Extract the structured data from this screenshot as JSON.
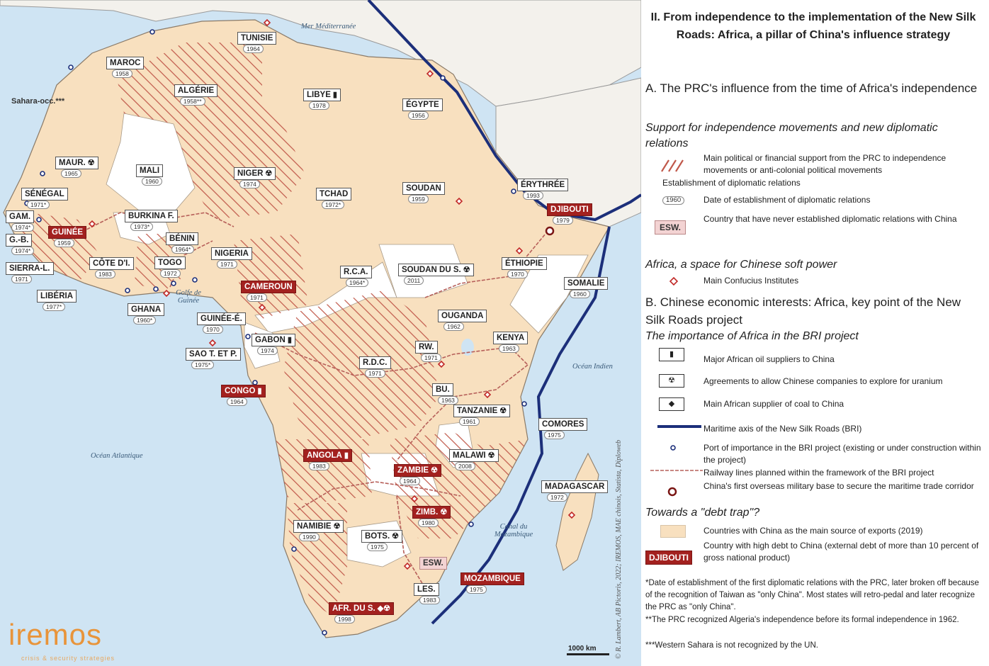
{
  "legend": {
    "title": "II. From independence to the implementation of the New Silk Roads: Africa, a pillar of China's influence strategy",
    "section_a": "A. The PRC's influence from the time of Africa's independence",
    "sub_a1": "Support for independence movements and new diplomatic relations",
    "item_support": "Main political or financial support from the PRC to independence movements or anti-colonial political movements",
    "item_establishment": "Establishment of diplomatic relations",
    "item_date_sample": "1960",
    "item_date": "Date of establishment of diplomatic relations",
    "item_esw_sample": "ESW.",
    "item_never": "Country that have never established diplomatic relations with China",
    "sub_a2": "Africa, a space for Chinese soft power",
    "item_confucius": "Main Confucius Institutes",
    "section_b": "B. Chinese economic interests: Africa, key point of the New Silk Roads project",
    "sub_b1": "The importance of Africa in the BRI project",
    "item_oil": "Major African oil suppliers to China",
    "item_uranium": "Agreements to allow Chinese companies to explore for uranium",
    "item_coal": "Main African supplier of coal to China",
    "item_maritime": "Maritime axis of the New Silk Roads (BRI)",
    "item_port": "Port of importance in the BRI project (existing or under construction within the project)",
    "item_railway": "Railway lines planned within the framework of the BRI project",
    "item_base": "China's first overseas military base to secure the maritime trade corridor",
    "sub_b2": "Towards a \"debt trap\"?",
    "item_exports": "Countries with China as the main source of exports (2019)",
    "item_debt_sample": "DJIBOUTI",
    "item_debt": "Country with high debt to China (external debt of more than 10 percent of gross national product)",
    "note1": "*Date of establishment of the first diplomatic relations with the PRC, later broken off because of the recognition of Taiwan as \"only China\". Most states will retro-pedal and later recognize the PRC as \"only China\".",
    "note2": "**The PRC recognized Algeria's independence before its formal independence in 1962.",
    "note3": "***Western Sahara is not recognized by the UN."
  },
  "map": {
    "seas": {
      "med": "Mer Méditerranée",
      "atlantic": "Océan Atlantique",
      "indian": "Océan Indien",
      "guinea": "Golfe de Guinée",
      "mozambique": "Canal du Mozambique"
    },
    "sahara": "Sahara-occ.***",
    "scale": "1000 km",
    "credit": "© R. Lambert, AB Pictoris, 2022; IREMOS, MAE chinois, Statista, Diploweb",
    "brand": "iremos",
    "brand_tag": "crisis & security strategies",
    "countries": [
      {
        "name": "TUNISIE",
        "year": "1964",
        "style": "plain",
        "icon": ""
      },
      {
        "name": "MAROC",
        "year": "1958",
        "style": "plain",
        "icon": ""
      },
      {
        "name": "ALGÉRIE",
        "year": "1958**",
        "style": "plain",
        "icon": ""
      },
      {
        "name": "LIBYE",
        "year": "1978",
        "style": "plain",
        "icon": "oil"
      },
      {
        "name": "ÉGYPTE",
        "year": "1956",
        "style": "plain",
        "icon": ""
      },
      {
        "name": "MAUR.",
        "year": "1965",
        "style": "plain",
        "icon": "uranium"
      },
      {
        "name": "MALI",
        "year": "1960",
        "style": "plain",
        "icon": ""
      },
      {
        "name": "NIGER",
        "year": "1974",
        "style": "plain",
        "icon": "uranium"
      },
      {
        "name": "TCHAD",
        "year": "1972*",
        "style": "plain",
        "icon": ""
      },
      {
        "name": "SOUDAN",
        "year": "1959",
        "style": "plain",
        "icon": ""
      },
      {
        "name": "ÉRYTHRÉE",
        "year": "1993",
        "style": "plain",
        "icon": ""
      },
      {
        "name": "DJIBOUTI",
        "year": "1979",
        "style": "red",
        "icon": ""
      },
      {
        "name": "SÉNÉGAL",
        "year": "1971*",
        "style": "plain",
        "icon": ""
      },
      {
        "name": "GAM.",
        "year": "1974*",
        "style": "plain",
        "icon": ""
      },
      {
        "name": "GUINÉE",
        "year": "1959",
        "style": "red",
        "icon": ""
      },
      {
        "name": "G.-B.",
        "year": "1974*",
        "style": "plain",
        "icon": ""
      },
      {
        "name": "BURKINA F.",
        "year": "1973*",
        "style": "plain",
        "icon": ""
      },
      {
        "name": "BÉNIN",
        "year": "1964*",
        "style": "plain",
        "icon": ""
      },
      {
        "name": "NIGERIA",
        "year": "1971",
        "style": "plain",
        "icon": ""
      },
      {
        "name": "SIERRA-L.",
        "year": "1971",
        "style": "plain",
        "icon": ""
      },
      {
        "name": "CÔTE D'I.",
        "year": "1983",
        "style": "plain",
        "icon": ""
      },
      {
        "name": "TOGO",
        "year": "1972",
        "style": "plain",
        "icon": ""
      },
      {
        "name": "LIBÉRIA",
        "year": "1977*",
        "style": "plain",
        "icon": ""
      },
      {
        "name": "GHANA",
        "year": "1960*",
        "style": "plain",
        "icon": ""
      },
      {
        "name": "CAMEROUN",
        "year": "1971",
        "style": "red",
        "icon": ""
      },
      {
        "name": "R.C.A.",
        "year": "1964*",
        "style": "plain",
        "icon": ""
      },
      {
        "name": "SOUDAN DU S.",
        "year": "2011",
        "style": "plain",
        "icon": "uranium"
      },
      {
        "name": "ÉTHIOPIE",
        "year": "1970",
        "style": "plain",
        "icon": ""
      },
      {
        "name": "SOMALIE",
        "year": "1960",
        "style": "plain",
        "icon": ""
      },
      {
        "name": "GUINÉE-É.",
        "year": "1970",
        "style": "plain",
        "icon": ""
      },
      {
        "name": "GABON",
        "year": "1974",
        "style": "plain",
        "icon": "oil"
      },
      {
        "name": "SAO T. ET P.",
        "year": "1975*",
        "style": "plain",
        "icon": ""
      },
      {
        "name": "OUGANDA",
        "year": "1962",
        "style": "plain",
        "icon": ""
      },
      {
        "name": "KENYA",
        "year": "1963",
        "style": "plain",
        "icon": ""
      },
      {
        "name": "RW.",
        "year": "1971",
        "style": "plain",
        "icon": ""
      },
      {
        "name": "R.D.C.",
        "year": "1971",
        "style": "plain",
        "icon": ""
      },
      {
        "name": "CONGO",
        "year": "1964",
        "style": "red",
        "icon": "oil"
      },
      {
        "name": "BU.",
        "year": "1963",
        "style": "plain",
        "icon": ""
      },
      {
        "name": "TANZANIE",
        "year": "1961",
        "style": "plain",
        "icon": "uranium"
      },
      {
        "name": "COMORES",
        "year": "1975",
        "style": "plain",
        "icon": ""
      },
      {
        "name": "ANGOLA",
        "year": "1983",
        "style": "red",
        "icon": "oil"
      },
      {
        "name": "MALAWI",
        "year": "2008",
        "style": "plain",
        "icon": "uranium"
      },
      {
        "name": "ZAMBIE",
        "year": "1964",
        "style": "red",
        "icon": "uranium"
      },
      {
        "name": "MADAGASCAR",
        "year": "1972",
        "style": "plain",
        "icon": ""
      },
      {
        "name": "NAMIBIE",
        "year": "1990",
        "style": "plain",
        "icon": "uranium"
      },
      {
        "name": "ZIMB.",
        "year": "1980",
        "style": "red",
        "icon": "uranium"
      },
      {
        "name": "BOTS.",
        "year": "1975",
        "style": "plain",
        "icon": "uranium"
      },
      {
        "name": "ESW.",
        "year": "",
        "style": "pink",
        "icon": ""
      },
      {
        "name": "MOZAMBIQUE",
        "year": "1975",
        "style": "red",
        "icon": ""
      },
      {
        "name": "LES.",
        "year": "1983",
        "style": "plain",
        "icon": ""
      },
      {
        "name": "AFR. DU S.",
        "year": "1998",
        "style": "red",
        "icon": "oil-uranium-coal"
      }
    ]
  }
}
